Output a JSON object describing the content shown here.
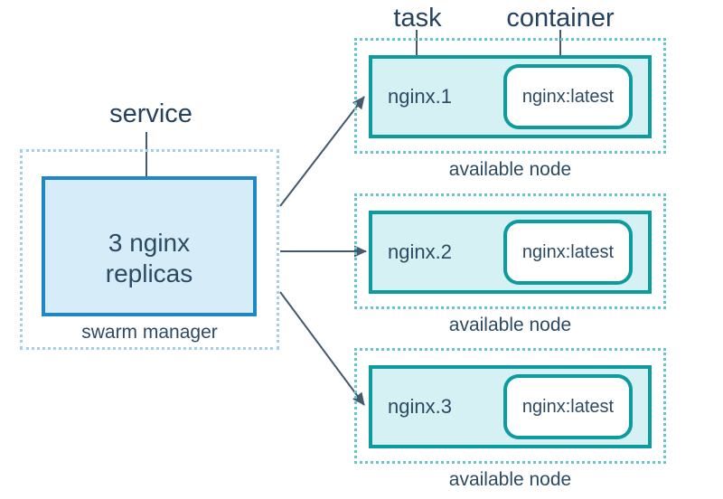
{
  "diagram": {
    "labels": {
      "service": "service",
      "task": "task",
      "container": "container"
    },
    "manager": {
      "box_text": "3 nginx replicas",
      "caption": "swarm manager"
    },
    "nodes": [
      {
        "task": "nginx.1",
        "container": "nginx:latest",
        "caption": "available node"
      },
      {
        "task": "nginx.2",
        "container": "nginx:latest",
        "caption": "available node"
      },
      {
        "task": "nginx.3",
        "container": "nginx:latest",
        "caption": "available node"
      }
    ],
    "colors": {
      "manager_border": "#1d87c8",
      "manager_fill": "#d7ecf9",
      "manager_dotted": "#a4cdea",
      "node_border": "#0c9b9f",
      "node_fill": "#d5f1f3",
      "node_dotted": "#67c6ca",
      "container_fill": "#ffffff",
      "text": "#2b4a63",
      "arrow": "#44596d"
    }
  }
}
